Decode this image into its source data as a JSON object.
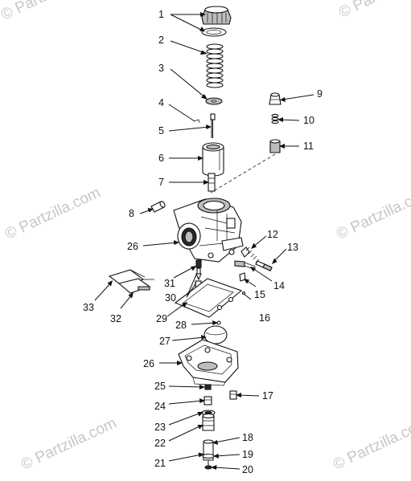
{
  "watermarks": [
    {
      "text": "© Partzilla.com"
    },
    {
      "text": "© Partzilla.com"
    },
    {
      "text": "© Partzilla.com"
    },
    {
      "text": "© Partzilla.com"
    },
    {
      "text": "© Partzilla.com"
    },
    {
      "text": "© Partzilla.com"
    }
  ],
  "callouts": [
    {
      "label": "1"
    },
    {
      "label": "2"
    },
    {
      "label": "3"
    },
    {
      "label": "4"
    },
    {
      "label": "5"
    },
    {
      "label": "6"
    },
    {
      "label": "7"
    },
    {
      "label": "8"
    },
    {
      "label": "9"
    },
    {
      "label": "10"
    },
    {
      "label": "11"
    },
    {
      "label": "12"
    },
    {
      "label": "13"
    },
    {
      "label": "14"
    },
    {
      "label": "15"
    },
    {
      "label": "16"
    },
    {
      "label": "26"
    },
    {
      "label": "31"
    },
    {
      "label": "30"
    },
    {
      "label": "33"
    },
    {
      "label": "32"
    },
    {
      "label": "29"
    },
    {
      "label": "28"
    },
    {
      "label": "27"
    },
    {
      "label": "26"
    },
    {
      "label": "25"
    },
    {
      "label": "24"
    },
    {
      "label": "23"
    },
    {
      "label": "22"
    },
    {
      "label": "21"
    },
    {
      "label": "17"
    },
    {
      "label": "18"
    },
    {
      "label": "19"
    },
    {
      "label": "20"
    }
  ]
}
